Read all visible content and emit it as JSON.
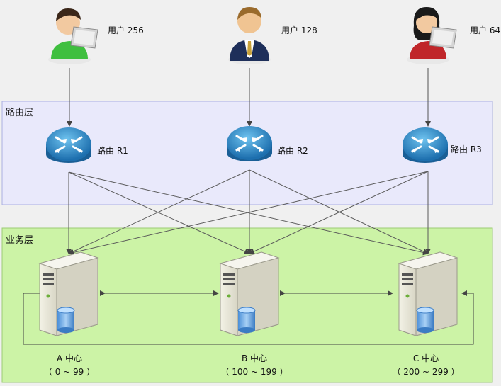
{
  "users": [
    {
      "label": "用户 256",
      "shirt_color": "#3fbf3f"
    },
    {
      "label": "用户 128",
      "shirt_color": "#1e2f5a"
    },
    {
      "label": "用户 64",
      "shirt_color": "#c0262a"
    }
  ],
  "routing_layer": {
    "title": "路由层",
    "fill": "#e9e9fb",
    "border": "#aab0e0"
  },
  "routers": [
    {
      "label": "路由 R1"
    },
    {
      "label": "路由 R2"
    },
    {
      "label": "路由 R3"
    }
  ],
  "business_layer": {
    "title": "业务层",
    "fill": "#ccf3a6",
    "border": "#9ccb74"
  },
  "centers": [
    {
      "name": "A 中心",
      "range": "（ 0 ~ 99 ）"
    },
    {
      "name": "B 中心",
      "range": "（ 100 ~ 199 ）"
    },
    {
      "name": "C 中心",
      "range": "（ 200 ~ 299 ）"
    }
  ],
  "icons": {
    "user": "user-icon",
    "router": "router-icon",
    "server": "server-icon"
  }
}
